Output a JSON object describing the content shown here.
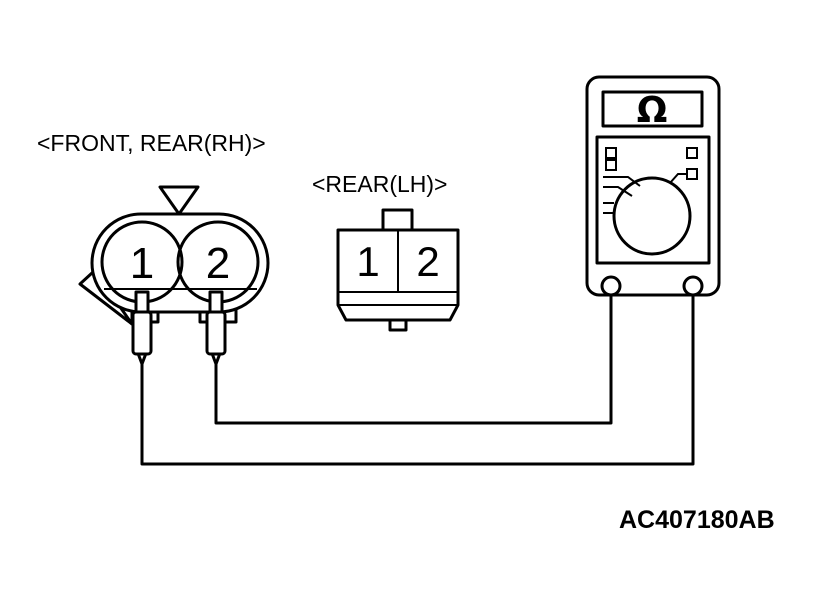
{
  "labels": {
    "front_rear_rh": "<FRONT, REAR(RH)>",
    "rear_lh": "<REAR(LH)>",
    "figure_code": "AC407180AB"
  },
  "connector_front": {
    "pin1": "1",
    "pin2": "2"
  },
  "connector_rear_lh": {
    "pin1": "1",
    "pin2": "2"
  },
  "meter": {
    "symbol": "Ω",
    "symbol_icon": "ohm-symbol"
  }
}
